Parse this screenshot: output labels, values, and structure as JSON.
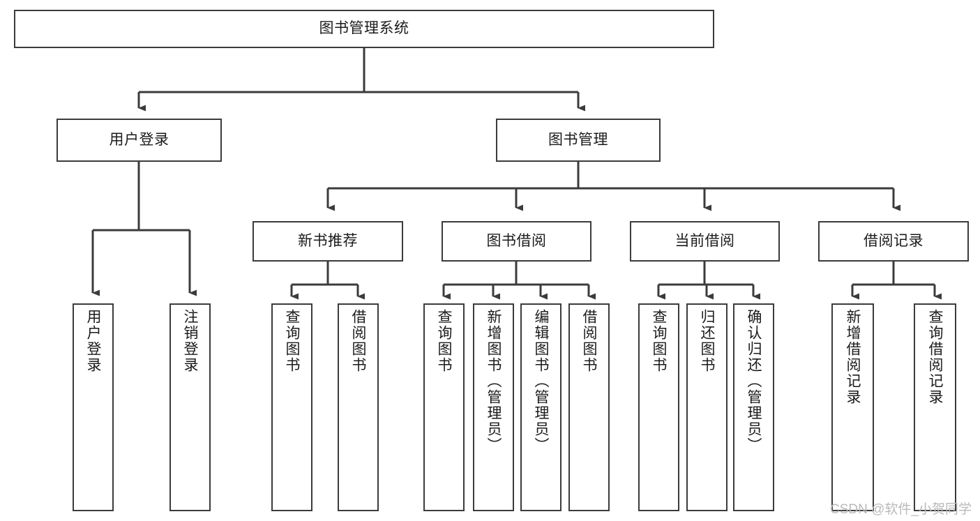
{
  "diagram": {
    "title": "图书管理系统",
    "type": "tree",
    "colors": {
      "stroke": "#3b3b3b",
      "fill": "#ffffff",
      "text": "#1b1b1b",
      "watermark": "#b9b9b9"
    },
    "watermark": "CSDN @软件_小贺同学",
    "nodes": {
      "root": {
        "label": "图书管理系统"
      },
      "l2": [
        {
          "id": "user-login",
          "label": "用户登录"
        },
        {
          "id": "book-manage",
          "label": "图书管理"
        }
      ],
      "l3": [
        {
          "id": "new-book-recommend",
          "label": "新书推荐"
        },
        {
          "id": "book-borrow",
          "label": "图书借阅"
        },
        {
          "id": "current-borrow",
          "label": "当前借阅"
        },
        {
          "id": "borrow-record",
          "label": "借阅记录"
        }
      ],
      "leaves": {
        "user_login": [
          {
            "id": "leaf-user-login",
            "label": "用户登录"
          },
          {
            "id": "leaf-logout-login",
            "label": "注销登录"
          }
        ],
        "new_book_recommend": [
          {
            "id": "leaf-query-book-1",
            "label": "查询图书"
          },
          {
            "id": "leaf-borrow-book-1",
            "label": "借阅图书"
          }
        ],
        "book_borrow": [
          {
            "id": "leaf-query-book-2",
            "label": "查询图书"
          },
          {
            "id": "leaf-add-book",
            "label": "新增图书（管理员）"
          },
          {
            "id": "leaf-edit-book",
            "label": "编辑图书（管理员）"
          },
          {
            "id": "leaf-borrow-book-2",
            "label": "借阅图书"
          }
        ],
        "current_borrow": [
          {
            "id": "leaf-query-book-3",
            "label": "查询图书"
          },
          {
            "id": "leaf-return-book",
            "label": "归还图书"
          },
          {
            "id": "leaf-confirm-return",
            "label": "确认归还（管理员）"
          }
        ],
        "borrow_record": [
          {
            "id": "leaf-add-record",
            "label": "新增借阅记录"
          },
          {
            "id": "leaf-query-record",
            "label": "查询借阅记录"
          }
        ]
      }
    }
  }
}
